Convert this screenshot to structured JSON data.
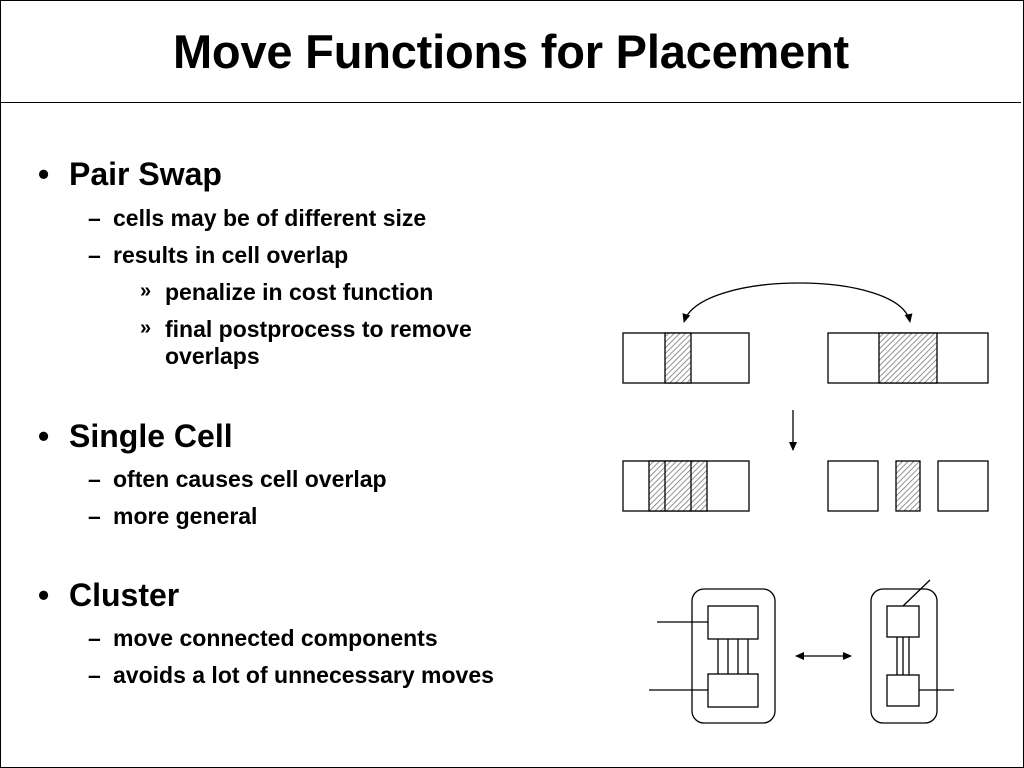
{
  "slide": {
    "title": "Move Functions for Placement"
  },
  "bullets": [
    {
      "mark": "•",
      "label": "Pair Swap",
      "subs": [
        {
          "mark": "–",
          "label": "cells may be of different size"
        },
        {
          "mark": "–",
          "label": "results in cell overlap"
        },
        {
          "mark": "»",
          "label": "penalize in cost function"
        },
        {
          "mark": "»",
          "label": "final postprocess to remove overlaps"
        }
      ]
    },
    {
      "mark": "•",
      "label": "Single Cell",
      "subs": [
        {
          "mark": "–",
          "label": "often causes cell overlap"
        },
        {
          "mark": "–",
          "label": "more general"
        }
      ]
    },
    {
      "mark": "•",
      "label": "Cluster",
      "subs": [
        {
          "mark": "–",
          "label": "move connected components"
        },
        {
          "mark": "–",
          "label": "avoids a lot of unnecessary moves"
        }
      ]
    }
  ],
  "colors": {
    "line": "#000000",
    "hatch": "#888888",
    "background": "#ffffff"
  }
}
